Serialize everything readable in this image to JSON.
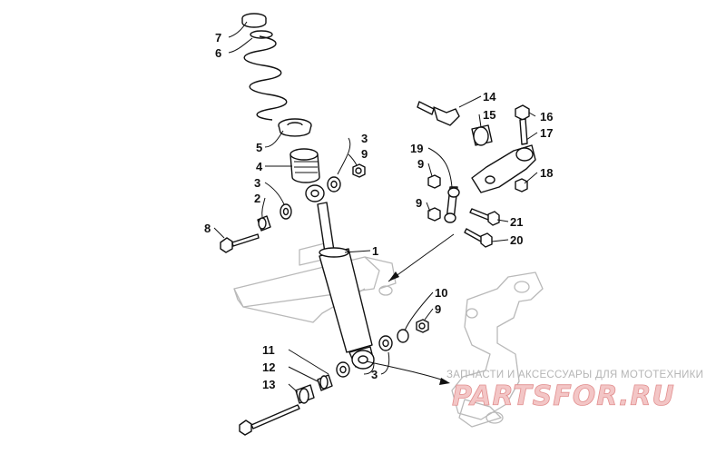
{
  "callouts": [
    {
      "id": "c7",
      "text": "7"
    },
    {
      "id": "c6",
      "text": "6"
    },
    {
      "id": "c5",
      "text": "5"
    },
    {
      "id": "c4",
      "text": "4"
    },
    {
      "id": "c3a",
      "text": "3"
    },
    {
      "id": "c9a",
      "text": "9"
    },
    {
      "id": "c3b",
      "text": "3"
    },
    {
      "id": "c2",
      "text": "2"
    },
    {
      "id": "c8",
      "text": "8"
    },
    {
      "id": "c14",
      "text": "14"
    },
    {
      "id": "c15",
      "text": "15"
    },
    {
      "id": "c16",
      "text": "16"
    },
    {
      "id": "c17",
      "text": "17"
    },
    {
      "id": "c19",
      "text": "19"
    },
    {
      "id": "c9b",
      "text": "9"
    },
    {
      "id": "c18",
      "text": "18"
    },
    {
      "id": "c9c",
      "text": "9"
    },
    {
      "id": "c21",
      "text": "21"
    },
    {
      "id": "c20",
      "text": "20"
    },
    {
      "id": "c1",
      "text": "1"
    },
    {
      "id": "c10",
      "text": "10"
    },
    {
      "id": "c9d",
      "text": "9"
    },
    {
      "id": "c11",
      "text": "11"
    },
    {
      "id": "c12",
      "text": "12"
    },
    {
      "id": "c13",
      "text": "13"
    },
    {
      "id": "c3c",
      "text": "3"
    }
  ],
  "watermark": {
    "tagline": "ЗАПЧАСТИ И АКСЕССУАРЫ ДЛЯ МОТОТЕХНИКИ",
    "logo": "PARTSFOR.RU"
  },
  "colors": {
    "line": "#111111",
    "ghost": "#b9b9b9",
    "watermark_red": "#e28f8f"
  }
}
